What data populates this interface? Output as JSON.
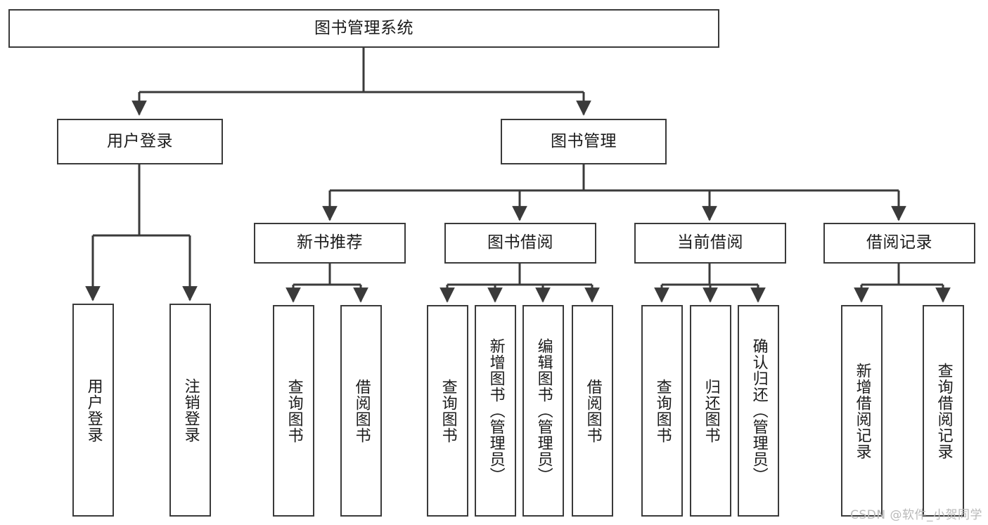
{
  "diagram": {
    "type": "tree",
    "title": "图书管理系统",
    "orientation": "top-down",
    "colors": {
      "background": "#ffffff",
      "box_border": "#3a3a3a",
      "box_fill": "#ffffff",
      "edge": "#3a3a3a",
      "text": "#1b1b1b",
      "watermark": "#b9b9b9"
    },
    "nodes": {
      "root": {
        "label": "图书管理系统",
        "level": 0,
        "orientation": "horizontal"
      },
      "user_login": {
        "label": "用户登录",
        "level": 1,
        "orientation": "horizontal"
      },
      "book_manage": {
        "label": "图书管理",
        "level": 1,
        "orientation": "horizontal"
      },
      "new_book_rec": {
        "label": "新书推荐",
        "level": 2,
        "orientation": "horizontal"
      },
      "book_borrow": {
        "label": "图书借阅",
        "level": 2,
        "orientation": "horizontal"
      },
      "current_borrow": {
        "label": "当前借阅",
        "level": 2,
        "orientation": "horizontal"
      },
      "borrow_record": {
        "label": "借阅记录",
        "level": 2,
        "orientation": "horizontal"
      },
      "leaf_user_login": {
        "label": "用户登录",
        "level": 3,
        "orientation": "vertical"
      },
      "leaf_logout": {
        "label": "注销登录",
        "level": 3,
        "orientation": "vertical"
      },
      "leaf_query_book_1": {
        "label": "查询图书",
        "level": 3,
        "orientation": "vertical"
      },
      "leaf_borrow_book_1": {
        "label": "借阅图书",
        "level": 3,
        "orientation": "vertical"
      },
      "leaf_query_book_2": {
        "label": "查询图书",
        "level": 3,
        "orientation": "vertical"
      },
      "leaf_add_book": {
        "label": "新增图书（管理员）",
        "level": 3,
        "orientation": "vertical"
      },
      "leaf_edit_book": {
        "label": "编辑图书（管理员）",
        "level": 3,
        "orientation": "vertical"
      },
      "leaf_borrow_book_2": {
        "label": "借阅图书",
        "level": 3,
        "orientation": "vertical"
      },
      "leaf_query_book_3": {
        "label": "查询图书",
        "level": 3,
        "orientation": "vertical"
      },
      "leaf_return_book": {
        "label": "归还图书",
        "level": 3,
        "orientation": "vertical"
      },
      "leaf_confirm_return": {
        "label": "确认归还（管理员）",
        "level": 3,
        "orientation": "vertical"
      },
      "leaf_add_record": {
        "label": "新增借阅记录",
        "level": 3,
        "orientation": "vertical"
      },
      "leaf_query_record": {
        "label": "查询借阅记录",
        "level": 3,
        "orientation": "vertical"
      }
    },
    "edges": [
      {
        "from": "root",
        "to": "user_login"
      },
      {
        "from": "root",
        "to": "book_manage"
      },
      {
        "from": "user_login",
        "to": "leaf_user_login"
      },
      {
        "from": "user_login",
        "to": "leaf_logout"
      },
      {
        "from": "book_manage",
        "to": "new_book_rec"
      },
      {
        "from": "book_manage",
        "to": "book_borrow"
      },
      {
        "from": "book_manage",
        "to": "current_borrow"
      },
      {
        "from": "book_manage",
        "to": "borrow_record"
      },
      {
        "from": "new_book_rec",
        "to": "leaf_query_book_1"
      },
      {
        "from": "new_book_rec",
        "to": "leaf_borrow_book_1"
      },
      {
        "from": "book_borrow",
        "to": "leaf_query_book_2"
      },
      {
        "from": "book_borrow",
        "to": "leaf_add_book"
      },
      {
        "from": "book_borrow",
        "to": "leaf_edit_book"
      },
      {
        "from": "book_borrow",
        "to": "leaf_borrow_book_2"
      },
      {
        "from": "current_borrow",
        "to": "leaf_query_book_3"
      },
      {
        "from": "current_borrow",
        "to": "leaf_return_book"
      },
      {
        "from": "current_borrow",
        "to": "leaf_confirm_return"
      },
      {
        "from": "borrow_record",
        "to": "leaf_add_record"
      },
      {
        "from": "borrow_record",
        "to": "leaf_query_record"
      }
    ]
  },
  "watermark": {
    "text": "CSDN @软件_小贺同学"
  }
}
